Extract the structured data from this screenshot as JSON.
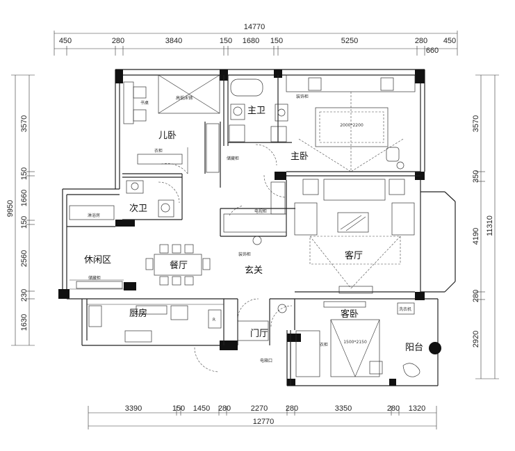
{
  "dimensions": {
    "top_overall": "14770",
    "top_segments": [
      "450",
      "280",
      "3840",
      "150",
      "1680",
      "150",
      "5250",
      "280",
      "450"
    ],
    "top_extra": "660",
    "bottom_overall": "12770",
    "bottom_segments": [
      "3390",
      "150",
      "1450",
      "280",
      "2270",
      "280",
      "3350",
      "280",
      "1320"
    ],
    "left_overall": "9950",
    "left_segments": [
      "3570",
      "150",
      "1660",
      "150",
      "2560",
      "230",
      "1630"
    ],
    "right_overall": "11310",
    "right_segments": [
      "3570",
      "350",
      "4190",
      "280",
      "2920"
    ]
  },
  "rooms": {
    "kids_bedroom": "儿卧",
    "master_bath": "主卫",
    "master_bedroom": "主卧",
    "second_bath": "次卫",
    "leisure_area": "休闲区",
    "dining_room": "餐厅",
    "entrance": "玄关",
    "living_room": "客厅",
    "kitchen": "厨房",
    "guest_bedroom": "客卧",
    "foyer": "门厅",
    "balcony": "阳台"
  },
  "labels": {
    "bunk_bed": "高低床铺",
    "desk": "书桌",
    "wardrobe_kids": "衣柜",
    "storage_cabinet": "储藏柜",
    "decor_cabinet_master": "装饰柜",
    "bed_master": "2000*2200",
    "shower": "淋浴房",
    "storage_leisure": "储藏柜",
    "tv_cabinet": "电视柜",
    "decor_cabinet_entry": "装饰柜",
    "washing_machine": "洗衣机",
    "bed_guest": "1500*2150",
    "wardrobe_guest": "衣柜",
    "fridge": "R",
    "electric_box": "电箱口"
  }
}
